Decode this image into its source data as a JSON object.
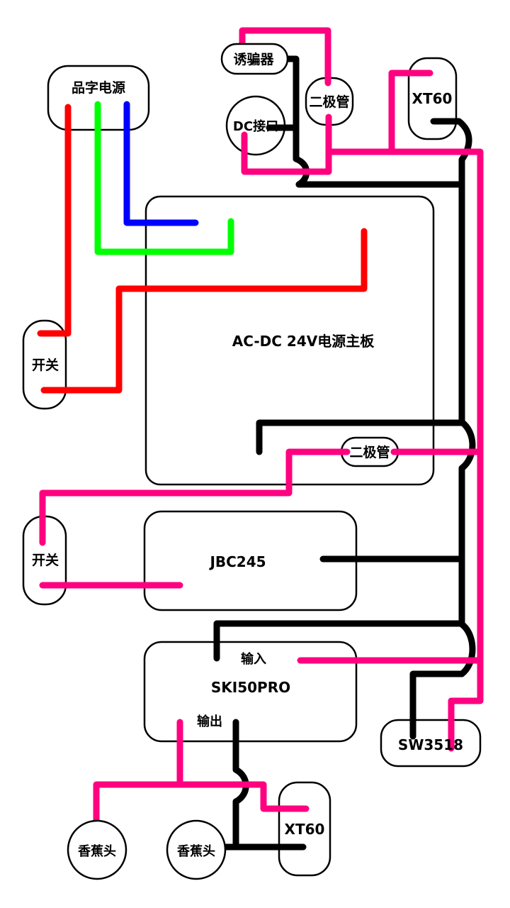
{
  "components": {
    "power_pin": "品字电源",
    "switch_1": "开关",
    "switch_2": "开关",
    "trigger": "诱骗器",
    "dc_jack": "DC接口",
    "diode_1": "二极管",
    "diode_2": "二极管",
    "xt60_top": "XT60",
    "xt60_bottom": "XT60",
    "ac_dc_board": "AC-DC  24V电源主板",
    "jbc": "JBC245",
    "ski": "SKI50PRO",
    "ski_input": "输入",
    "ski_output": "输出",
    "sw3518": "SW3518",
    "banana_1": "香蕉头",
    "banana_2": "香蕉头"
  },
  "colors": {
    "live": "#ff0000",
    "ground": "#00ff00",
    "neutral": "#0000ff",
    "positive": "#ff0080",
    "negative": "#000000"
  }
}
